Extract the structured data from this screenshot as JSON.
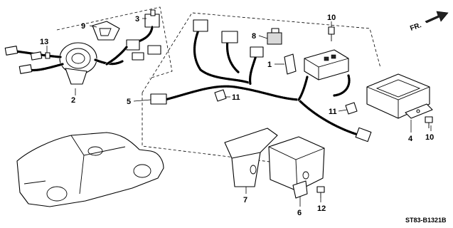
{
  "diagram": {
    "parts": [
      {
        "id": "p1",
        "label": "1"
      },
      {
        "id": "p2",
        "label": "2"
      },
      {
        "id": "p3",
        "label": "3"
      },
      {
        "id": "p4",
        "label": "4"
      },
      {
        "id": "p5",
        "label": "5"
      },
      {
        "id": "p6",
        "label": "6"
      },
      {
        "id": "p7",
        "label": "7"
      },
      {
        "id": "p8",
        "label": "8"
      },
      {
        "id": "p9",
        "label": "9"
      },
      {
        "id": "p10a",
        "label": "10"
      },
      {
        "id": "p10b",
        "label": "10"
      },
      {
        "id": "p11a",
        "label": "11"
      },
      {
        "id": "p11b",
        "label": "11"
      },
      {
        "id": "p12",
        "label": "12"
      },
      {
        "id": "p13",
        "label": "13"
      }
    ],
    "direction_label": "FR.",
    "diagram_code": "ST83-B1321B",
    "icons": [
      "front-direction-arrow-icon",
      "vehicle-location-icon"
    ]
  }
}
